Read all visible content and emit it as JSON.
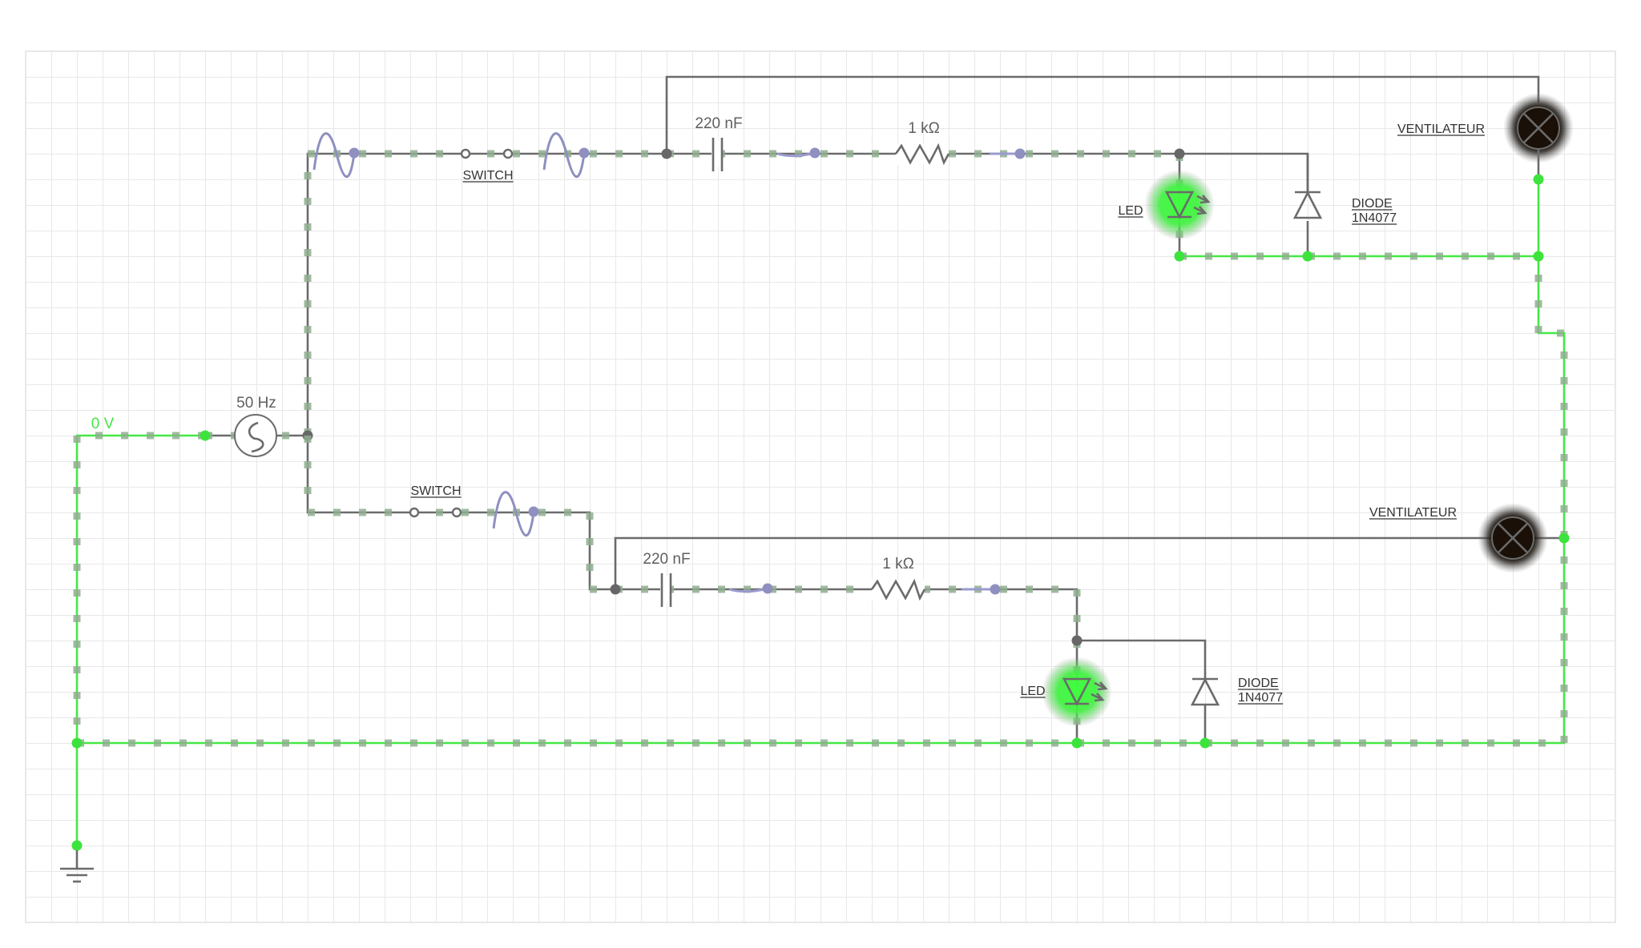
{
  "canvas": {
    "title": "AC circuit simulation with LEDs and fans",
    "colors": {
      "wire": "#6b6b6b",
      "live_wire": "#44e844",
      "current_flow": "#8fae8f",
      "probe": "#8f8fc0",
      "led_glow": "#3dff3d",
      "fan_body": "#1a1008",
      "grid": "#e8e8e8"
    }
  },
  "source": {
    "ground_label": "0 V",
    "ac_source_label": "50 Hz",
    "icon": "ac-source-icon"
  },
  "upper_branch": {
    "switch_label": "SWITCH",
    "capacitor_label": "220 nF",
    "resistor_label": "1 kΩ",
    "led_label": "LED",
    "diode_label_line1": "DIODE",
    "diode_label_line2": "1N4077",
    "fan_label": "VENTILATEUR"
  },
  "lower_branch": {
    "switch_label": "SWITCH",
    "capacitor_label": "220 nF",
    "resistor_label": "1 kΩ",
    "led_label": "LED",
    "diode_label_line1": "DIODE",
    "diode_label_line2": "1N4077",
    "fan_label": "VENTILATEUR"
  },
  "state": {
    "led_upper_lit": true,
    "led_lower_lit": true,
    "switch_upper_closed": true,
    "switch_lower_closed": true
  }
}
